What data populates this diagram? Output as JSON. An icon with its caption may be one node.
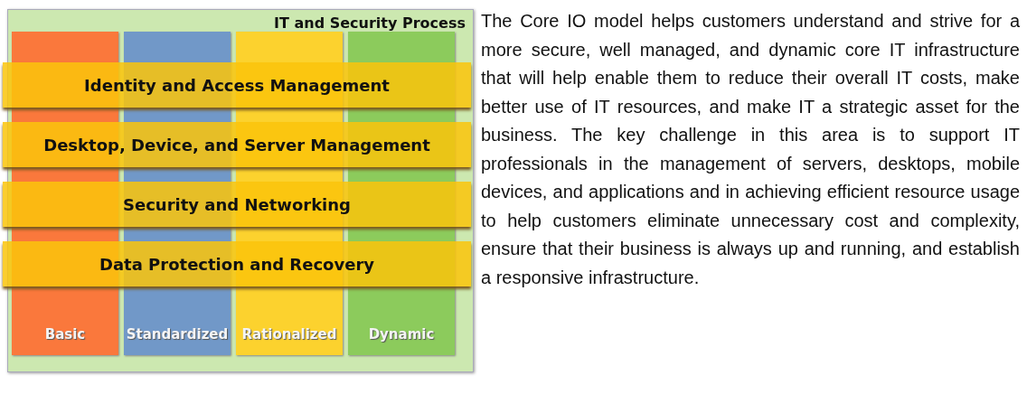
{
  "diagram": {
    "nodes": [
      {
        "text": [
          "IT and Security Process"
        ]
      },
      {
        "text": [
          "Basic"
        ],
        "in": 0
      },
      {
        "text": [
          "Standardized"
        ],
        "in": 0
      },
      {
        "text": [
          "Rationalized"
        ],
        "in": 0
      },
      {
        "text": [
          "Dynamic"
        ],
        "in": 0
      },
      {
        "text": [
          "Identity and Access Management"
        ],
        "in": 0
      },
      {
        "text": [
          "Desktop, Device, and Server Management"
        ],
        "in": 0
      },
      {
        "text": [
          "Security and Networking"
        ],
        "in": 0
      },
      {
        "text": [
          "Data Protection and Recovery"
        ],
        "in": 0
      }
    ],
    "edges": [],
    "labels": [
      "The Core IO model helps customers understand and strive for a more secure, well managed, and dynamic core IT infrastructure that will help enable them to reduce their overall IT costs, make better use of IT resources, and make IT a strategic asset for the business. The key challenge in this area is to support IT professionals in the management of servers, desktops, mobile devices, and applications and in achieving efficient resource usage to help customers eliminate unnecessary cost and complexity, ensure that their business is always up and running, and establish a responsive infrastructure."
    ]
  }
}
